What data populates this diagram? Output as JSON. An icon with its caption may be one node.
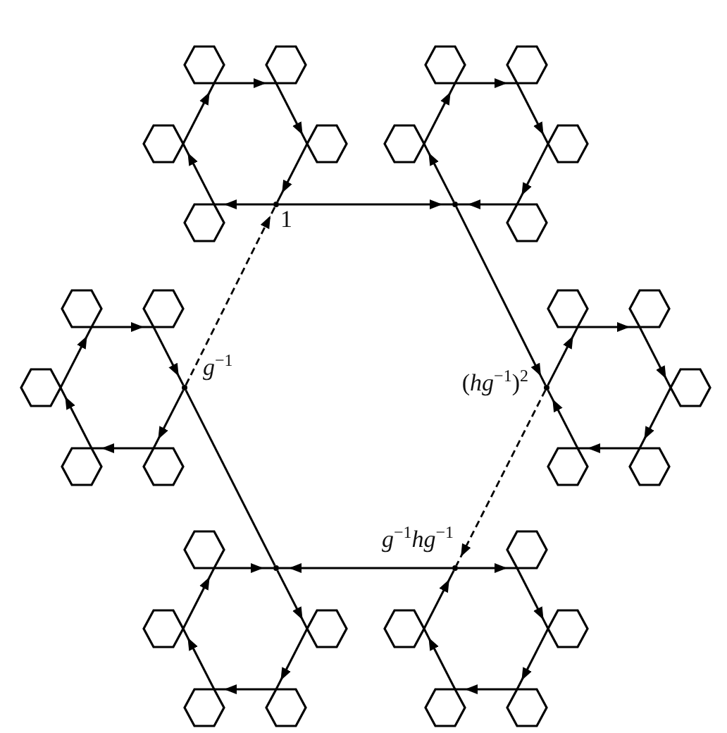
{
  "diagram": {
    "nodes": [
      {
        "text": [],
        "shape": "hexagon"
      },
      {
        "text": [],
        "shape": "hexagon"
      },
      {
        "text": [],
        "shape": "hexagon"
      },
      {
        "text": [],
        "shape": "hexagon"
      },
      {
        "text": [],
        "shape": "hexagon"
      },
      {
        "text": [],
        "shape": "point",
        "beside": [
          "1"
        ]
      },
      {
        "text": [],
        "shape": "hexagon"
      },
      {
        "text": [],
        "shape": "hexagon"
      },
      {
        "text": [],
        "shape": "hexagon"
      },
      {
        "text": [],
        "shape": "hexagon"
      },
      {
        "text": [],
        "shape": "point"
      },
      {
        "text": [],
        "shape": "hexagon"
      },
      {
        "text": [],
        "shape": "hexagon"
      },
      {
        "text": [],
        "shape": "hexagon"
      },
      {
        "text": [],
        "shape": "hexagon"
      },
      {
        "text": [],
        "shape": "point",
        "beside": [
          "*g*$^{−1}$"
        ]
      },
      {
        "text": [],
        "shape": "hexagon"
      },
      {
        "text": [],
        "shape": "hexagon"
      },
      {
        "text": [],
        "shape": "hexagon"
      },
      {
        "text": [],
        "shape": "hexagon"
      },
      {
        "text": [],
        "shape": "point",
        "beside": [
          "(*hg*$^{−1}$)$^{2}$"
        ]
      },
      {
        "text": [],
        "shape": "hexagon"
      },
      {
        "text": [],
        "shape": "hexagon"
      },
      {
        "text": [],
        "shape": "hexagon"
      },
      {
        "text": [],
        "shape": "hexagon"
      },
      {
        "text": [],
        "shape": "point"
      },
      {
        "text": [],
        "shape": "hexagon"
      },
      {
        "text": [],
        "shape": "hexagon"
      },
      {
        "text": [],
        "shape": "hexagon"
      },
      {
        "text": [],
        "shape": "hexagon"
      },
      {
        "text": [],
        "shape": "point",
        "beside": [
          "*g*$^{−1}$*hg*$^{−1}$"
        ]
      },
      {
        "text": [],
        "shape": "hexagon"
      },
      {
        "text": [],
        "shape": "hexagon"
      },
      {
        "text": [],
        "shape": "hexagon"
      },
      {
        "text": [],
        "shape": "hexagon"
      },
      {
        "text": [],
        "shape": "hexagon"
      }
    ],
    "edges": [
      {
        "from": 0,
        "to": 1,
        "arrow": "to"
      },
      {
        "from": 1,
        "to": 3,
        "arrow": "to"
      },
      {
        "from": 3,
        "to": 5,
        "arrow": "to"
      },
      {
        "from": 5,
        "to": 4,
        "arrow": "to"
      },
      {
        "from": 4,
        "to": 2,
        "arrow": "to"
      },
      {
        "from": 2,
        "to": 0,
        "arrow": "to"
      },
      {
        "from": 6,
        "to": 7,
        "arrow": "to"
      },
      {
        "from": 7,
        "to": 9,
        "arrow": "to"
      },
      {
        "from": 9,
        "to": 11,
        "arrow": "to"
      },
      {
        "from": 11,
        "to": 10,
        "arrow": "to"
      },
      {
        "from": 10,
        "to": 8,
        "arrow": "to"
      },
      {
        "from": 8,
        "to": 6,
        "arrow": "to"
      },
      {
        "from": 12,
        "to": 13,
        "arrow": "to"
      },
      {
        "from": 13,
        "to": 15,
        "arrow": "to"
      },
      {
        "from": 15,
        "to": 17,
        "arrow": "to"
      },
      {
        "from": 17,
        "to": 16,
        "arrow": "to"
      },
      {
        "from": 16,
        "to": 14,
        "arrow": "to"
      },
      {
        "from": 14,
        "to": 12,
        "arrow": "to"
      },
      {
        "from": 18,
        "to": 19,
        "arrow": "to"
      },
      {
        "from": 19,
        "to": 21,
        "arrow": "to"
      },
      {
        "from": 21,
        "to": 23,
        "arrow": "to"
      },
      {
        "from": 23,
        "to": 22,
        "arrow": "to"
      },
      {
        "from": 22,
        "to": 20,
        "arrow": "to"
      },
      {
        "from": 20,
        "to": 18,
        "arrow": "to"
      },
      {
        "from": 24,
        "to": 25,
        "arrow": "to"
      },
      {
        "from": 25,
        "to": 27,
        "arrow": "to"
      },
      {
        "from": 27,
        "to": 29,
        "arrow": "to"
      },
      {
        "from": 29,
        "to": 28,
        "arrow": "to"
      },
      {
        "from": 28,
        "to": 26,
        "arrow": "to"
      },
      {
        "from": 26,
        "to": 24,
        "arrow": "to"
      },
      {
        "from": 30,
        "to": 31,
        "arrow": "to"
      },
      {
        "from": 31,
        "to": 33,
        "arrow": "to"
      },
      {
        "from": 33,
        "to": 35,
        "arrow": "to"
      },
      {
        "from": 35,
        "to": 34,
        "arrow": "to"
      },
      {
        "from": 34,
        "to": 32,
        "arrow": "to"
      },
      {
        "from": 32,
        "to": 30,
        "arrow": "to"
      },
      {
        "from": 5,
        "to": 10,
        "arrow": "to"
      },
      {
        "from": 10,
        "to": 20,
        "arrow": "to"
      },
      {
        "from": 20,
        "to": 30,
        "arrow": "to",
        "style": "dashed"
      },
      {
        "from": 30,
        "to": 25,
        "arrow": "to"
      },
      {
        "from": 25,
        "to": 15,
        "arrow": "none"
      },
      {
        "from": 15,
        "to": 5,
        "arrow": "to",
        "style": "dashed"
      }
    ]
  }
}
